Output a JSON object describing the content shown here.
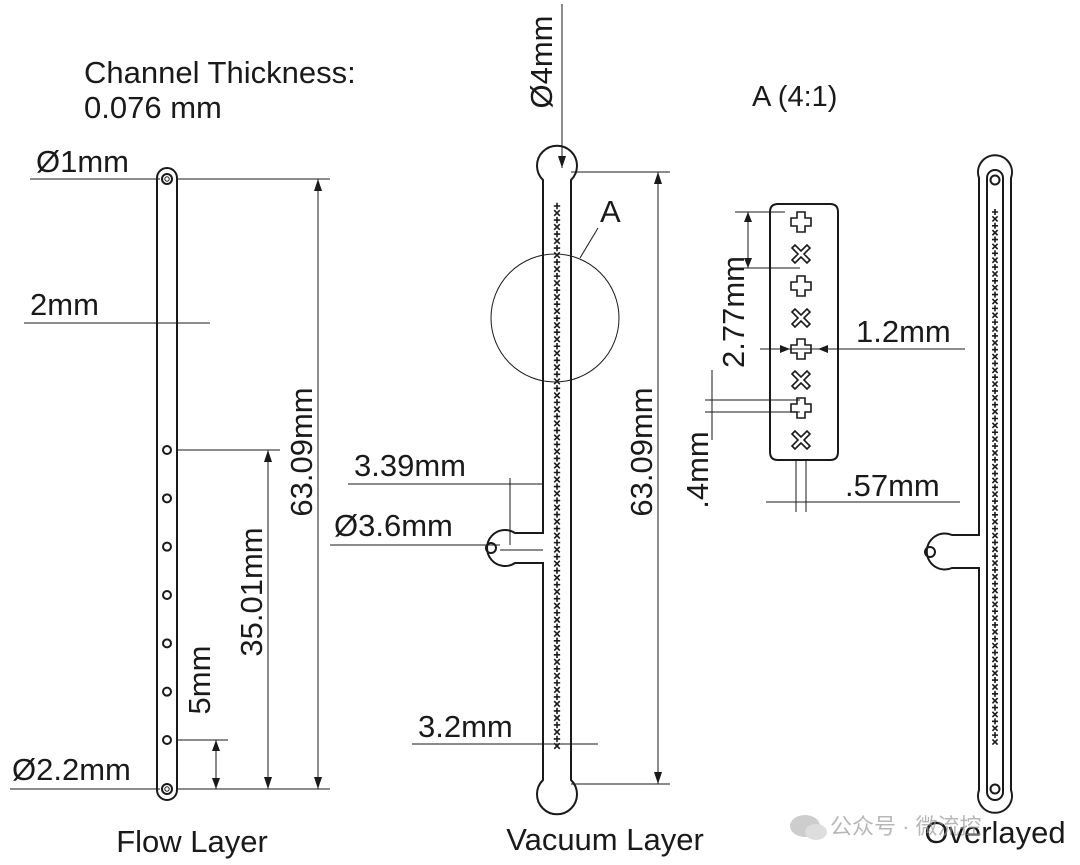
{
  "header": {
    "channel_thickness_line1": "Channel Thickness:",
    "channel_thickness_line2": "0.076 mm",
    "detail_title": "A (4:1)"
  },
  "flow_layer": {
    "label": "Flow Layer",
    "dim_inlet_diameter": "Ø1mm",
    "dim_width": "2mm",
    "dim_total_length": "63.09mm",
    "dim_span": "35.01mm",
    "dim_pitch": "5mm",
    "dim_end_diameter": "Ø2.2mm",
    "hole_count": 7
  },
  "vacuum_layer": {
    "label": "Vacuum Layer",
    "dim_top_diameter": "Ø4mm",
    "detail_marker": "A",
    "dim_offset": "3.39mm",
    "dim_port_diameter": "Ø3.6mm",
    "dim_total_length": "63.09mm",
    "dim_width": "3.2mm",
    "symbol_count": 78
  },
  "detail_a": {
    "dim_pitch": "2.77mm",
    "dim_width": "1.2mm",
    "dim_gap": ".4mm",
    "dim_channel": ".57mm"
  },
  "overlayed": {
    "label": "Overlayed"
  },
  "watermark": {
    "text": "公众号 · 微流控"
  }
}
